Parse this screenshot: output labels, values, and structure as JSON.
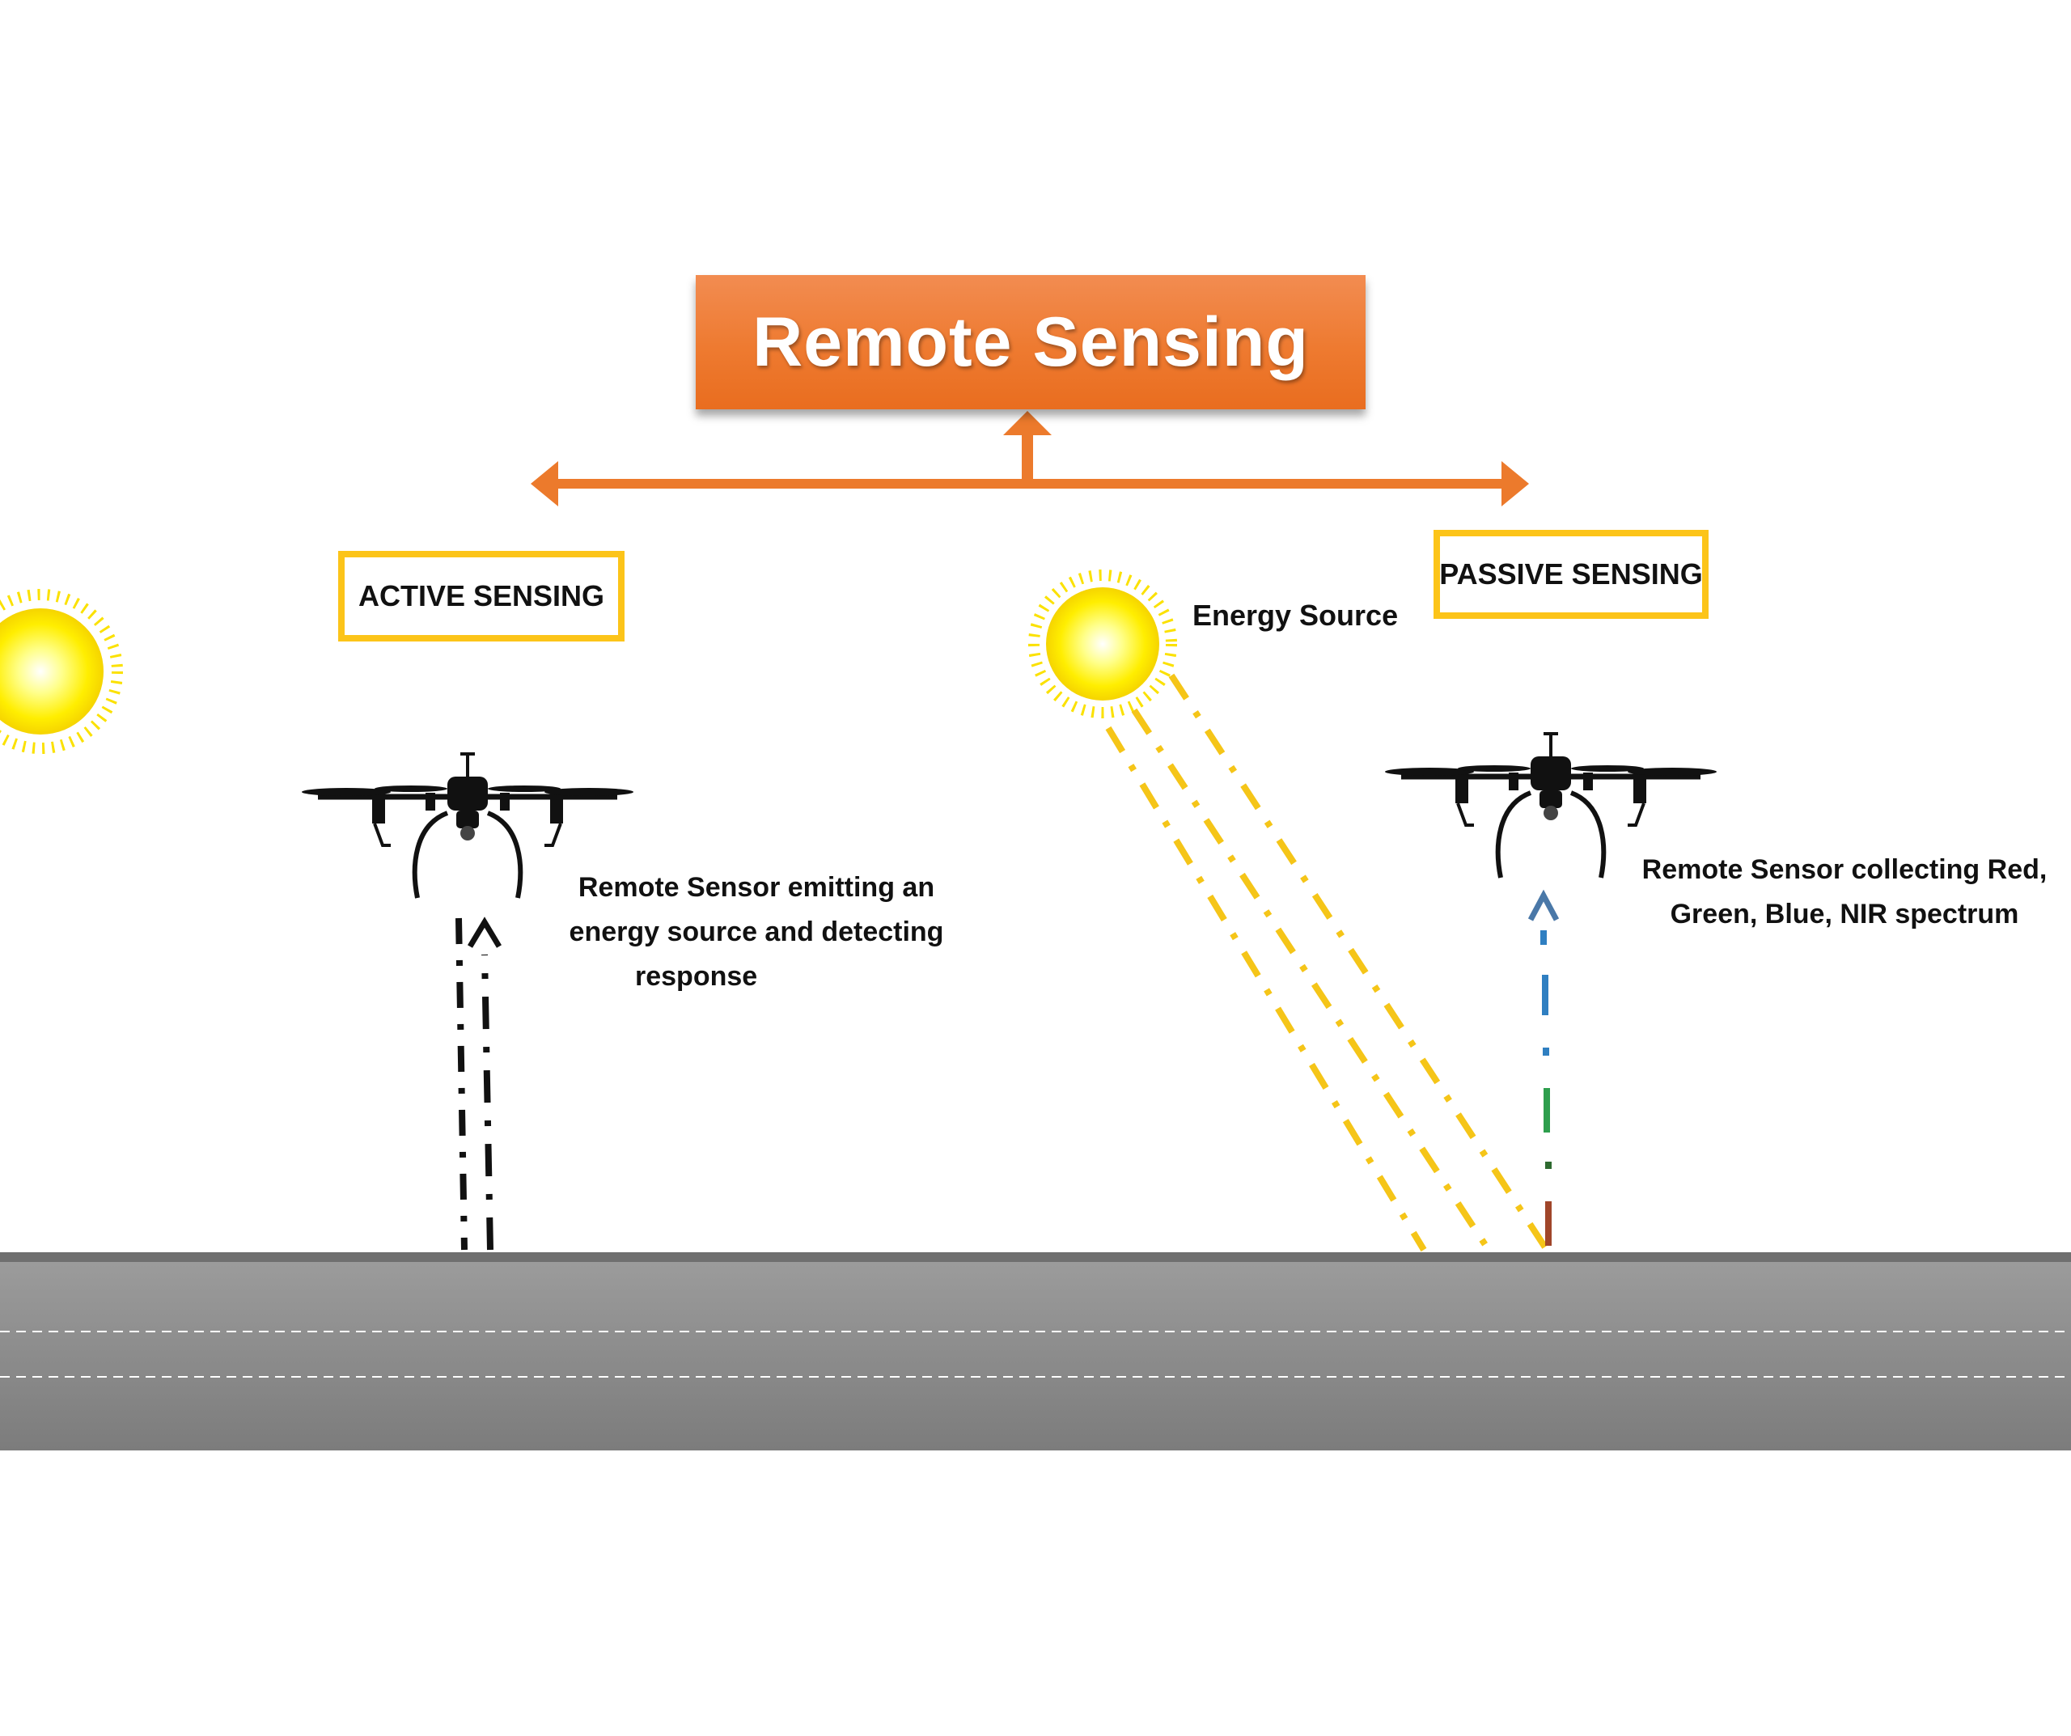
{
  "title": "Remote Sensing",
  "active": {
    "label": "ACTIVE SENSING",
    "caption_lines": [
      "Remote Sensor emitting an",
      "energy source and detecting",
      "response"
    ]
  },
  "passive": {
    "label": "PASSIVE SENSING",
    "energy_source_label": "Energy Source",
    "caption_lines": [
      "Remote Sensor collecting Red,",
      "Green, Blue, NIR spectrum"
    ]
  },
  "colors": {
    "title_fill": "#ee7a30",
    "arrow": "#ec7a2c",
    "label_border": "#fcc419",
    "sun_ray": "#f5c518",
    "ground": "#8f8f8f",
    "active_beam": "#111111",
    "passive_beam_blue": "#2f7fc1",
    "passive_beam_green": "#2e9e4d",
    "passive_beam_red": "#a0462a"
  },
  "icons": {
    "sun": "sun-icon",
    "drone": "drone-icon"
  }
}
